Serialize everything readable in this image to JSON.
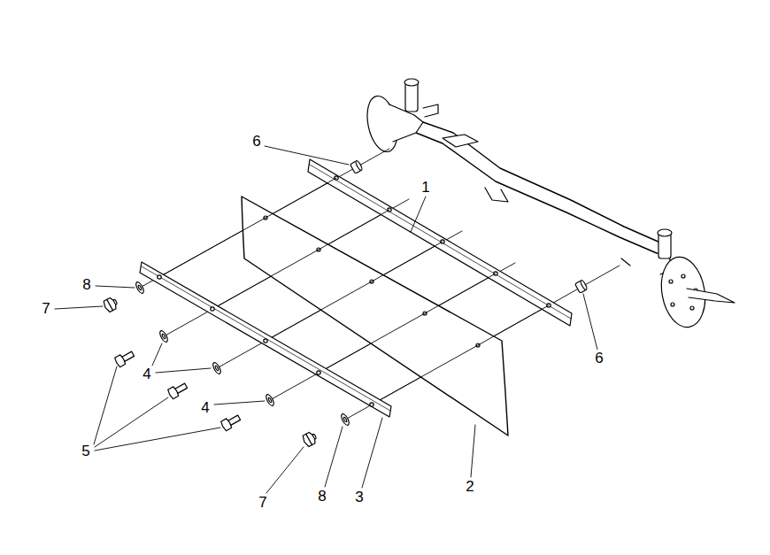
{
  "diagram": {
    "labels": [
      "6",
      "1",
      "8",
      "7",
      "6",
      "4",
      "4",
      "5",
      "8",
      "7",
      "3",
      "2"
    ]
  }
}
